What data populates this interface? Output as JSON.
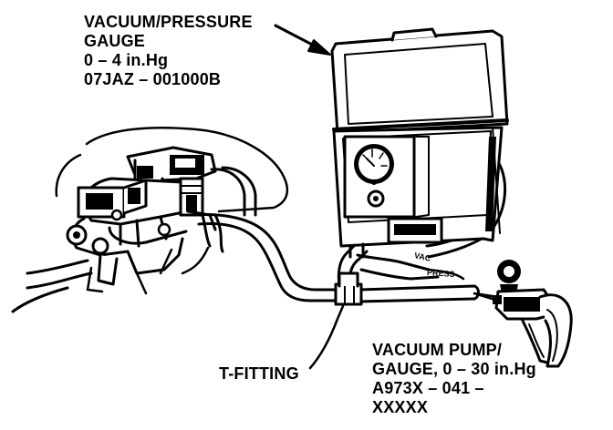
{
  "callouts": {
    "vacuum_pressure_gauge": {
      "line1": "VACUUM/PRESSURE",
      "line2": "GAUGE",
      "line3": "0 – 4 in.Hg",
      "line4": "07JAZ – 001000B"
    },
    "t_fitting": {
      "line1": "T-FITTING"
    },
    "vacuum_pump_gauge": {
      "line1": "VACUUM PUMP/",
      "line2": "GAUGE, 0 – 30 in.Hg",
      "line3": "A973X – 041 –",
      "line4": "XXXXX"
    }
  },
  "gauge_case": {
    "port_vac": "VAC",
    "port_press": "PRESS"
  },
  "colors": {
    "ink": "#000000",
    "paper": "#ffffff"
  }
}
